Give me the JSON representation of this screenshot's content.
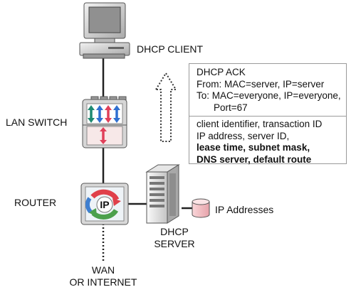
{
  "labels": {
    "dhcp_client": "DHCP CLIENT",
    "lan_switch": "LAN SWITCH",
    "router": "ROUTER",
    "router_badge": "IP",
    "dhcp_server_line1": "DHCP",
    "dhcp_server_line2": "SERVER",
    "ip_addresses": "IP Addresses",
    "wan_line1": "WAN",
    "wan_line2": "OR INTERNET"
  },
  "ack": {
    "title": "DHCP ACK",
    "from": "From: MAC=server, IP=server",
    "to": "To: MAC=everyone, IP=everyone,",
    "port": "Port=67",
    "fields": [
      "client identifier, transaction ID",
      "IP address, server ID,",
      "lease time, subnet mask,",
      "DNS server, default route"
    ]
  },
  "colors": {
    "switch_arrow_blue": "#2f6fd0",
    "switch_arrow_red": "#e0405a",
    "switch_arrow_teal": "#1f8a72",
    "router_arrow_red": "#e0404a",
    "router_arrow_green": "#4ca04c",
    "router_arrow_blue": "#3f7fd0",
    "device_gray": "#cfcfcf",
    "db_pink": "#f6c8cc"
  }
}
